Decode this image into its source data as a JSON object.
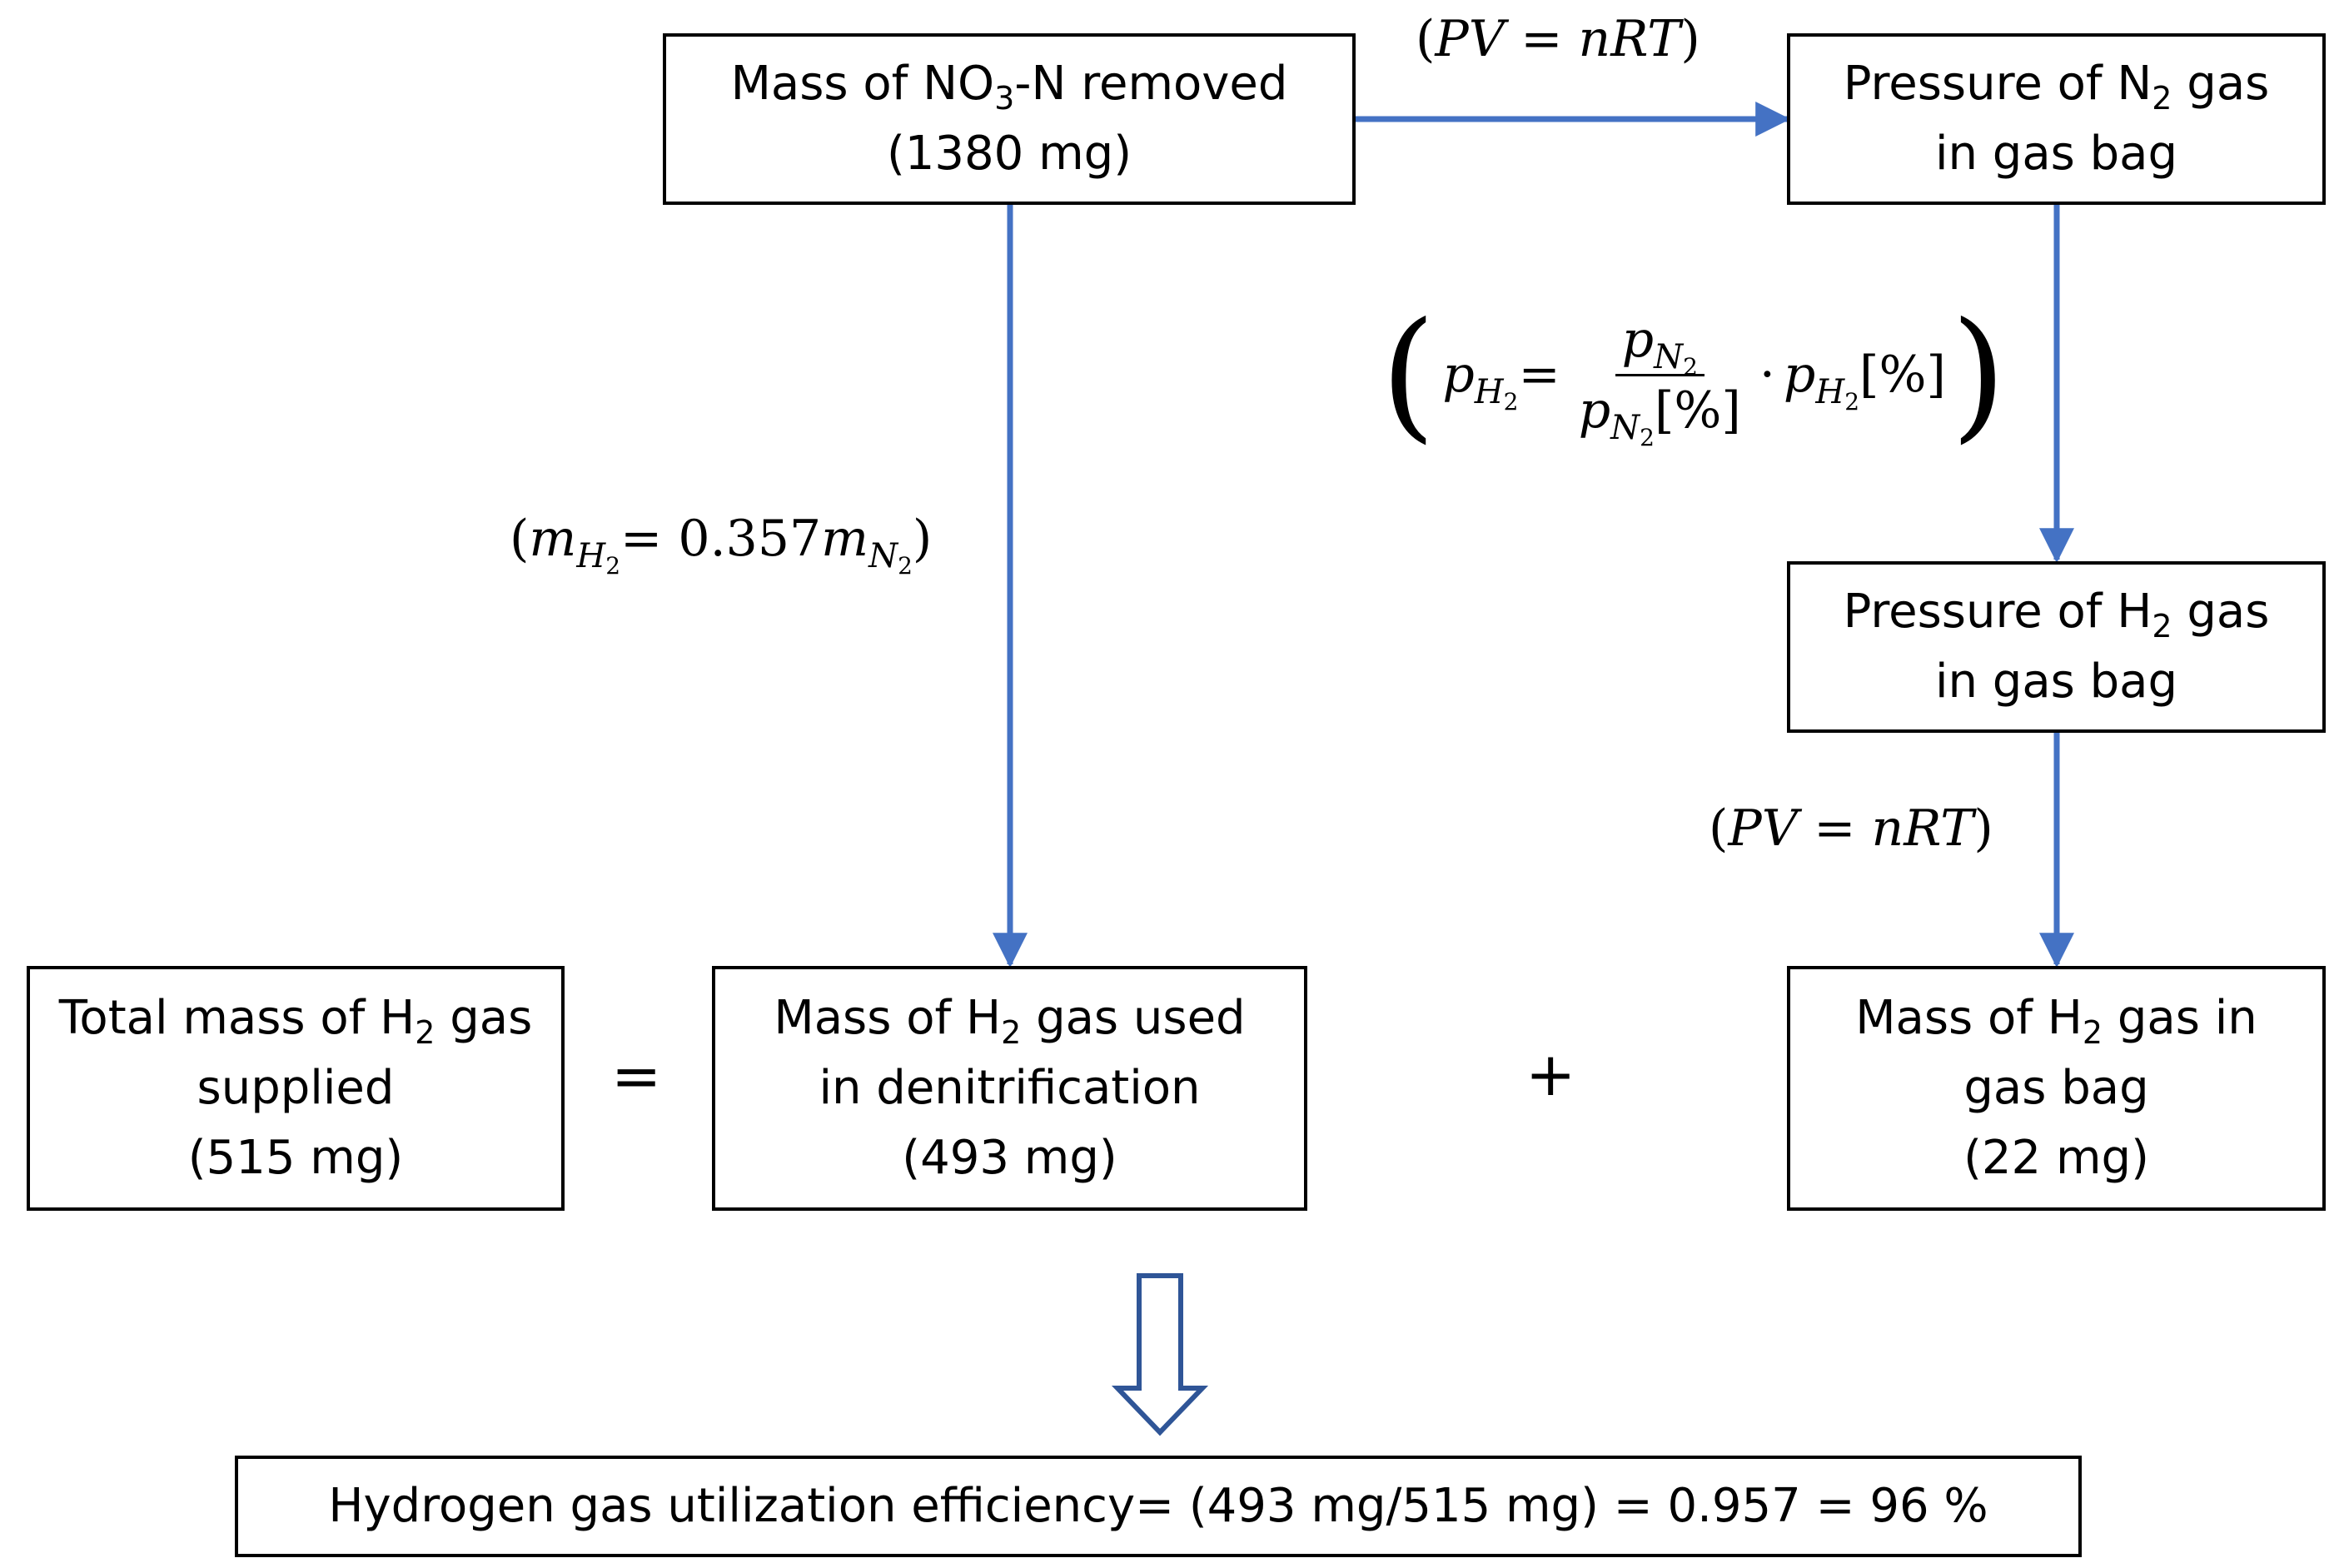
{
  "colors": {
    "arrow": "#4472C4",
    "hollow_arrow": "#2F5597",
    "border": "#000000"
  },
  "boxes": {
    "no3_removed": {
      "pre": "Mass of NO",
      "sub": "3",
      "post": "-N removed",
      "value": "(1380 mg)"
    },
    "n2_pressure": {
      "pre": "Pressure of N",
      "sub": "2",
      "post": " gas",
      "line2": "in gas bag"
    },
    "h2_pressure": {
      "pre": "Pressure of H",
      "sub": "2",
      "post": " gas",
      "line2": "in gas bag"
    },
    "total_h2": {
      "pre": "Total mass of H",
      "sub": "2",
      "post": " gas",
      "line2": "supplied",
      "value": "(515 mg)"
    },
    "h2_used": {
      "pre": "Mass of H",
      "sub": "2",
      "post": " gas used",
      "line2": "in denitrification",
      "value": "(493 mg)"
    },
    "h2_bag": {
      "pre": "Mass of H",
      "sub": "2",
      "post": " gas in",
      "line2": "gas bag",
      "value": "(22 mg)"
    },
    "efficiency": {
      "text": "Hydrogen gas utilization efficiency= (493 mg/515 mg) = 0.957 = 96 %"
    }
  },
  "equations": {
    "ideal_gas_top": {
      "lhs": "PV",
      "eq": " = ",
      "rhs": "nRT"
    },
    "ideal_gas_right": {
      "lhs": "PV",
      "eq": " = ",
      "rhs": "nRT"
    },
    "mass_ratio": {
      "m": "m",
      "h": "H",
      "two": "2",
      "eq": "= 0.357",
      "m2": "m",
      "n": "N",
      "two2": "2"
    },
    "pressure_ratio": {
      "p": "p",
      "h": "H",
      "two": "2",
      "eq": " = ",
      "n": "N",
      "pct": "[%]",
      "dot": "·"
    }
  },
  "operators": {
    "equals": "=",
    "plus": "+"
  }
}
